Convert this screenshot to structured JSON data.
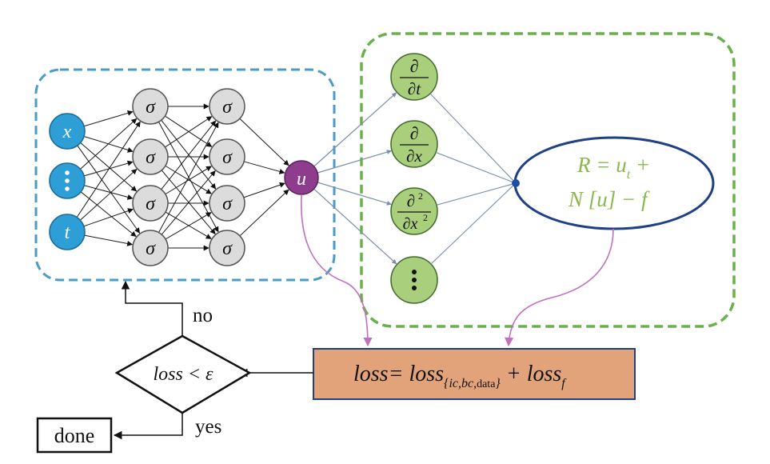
{
  "colors": {
    "input_node": "#2e9fd6",
    "hidden_node": "#dcdcdc",
    "output_node": "#8e3d8e",
    "deriv_node": "#a9cf7c",
    "residual_text": "#8ab84a",
    "residual_border": "#1f3f86",
    "loss_box": "#e3a37a",
    "nn_border": "#4a9cc6",
    "pde_border": "#6ab04c",
    "pink_arrow": "#c070c0"
  },
  "icons": {
    "vertical_ellipsis": "vertical-ellipsis-icon"
  },
  "nn": {
    "inputs": [
      "x",
      "⋮",
      "t"
    ],
    "hidden_label": "σ",
    "output": "u"
  },
  "derivatives": {
    "d_dt": {
      "num": "∂",
      "den": "∂t"
    },
    "d_dx": {
      "num": "∂",
      "den": "∂x"
    },
    "d2_dx2": {
      "num": "∂",
      "num_sup": "2",
      "den": "∂x",
      "den_sup": "2"
    },
    "more": "⋮"
  },
  "residual": {
    "line1_a": "R = u",
    "line1_sub": "t",
    "line1_b": " +",
    "line2": "N [u] − f"
  },
  "loss": {
    "prefix": "loss= loss",
    "subscript": "{ic,bc,",
    "subscript_upright": "data",
    "subscript_close": "}",
    "plus": " + loss",
    "sub_f": "f"
  },
  "decision": {
    "label": "loss < ε",
    "no": "no",
    "yes": "yes"
  },
  "done": "done"
}
